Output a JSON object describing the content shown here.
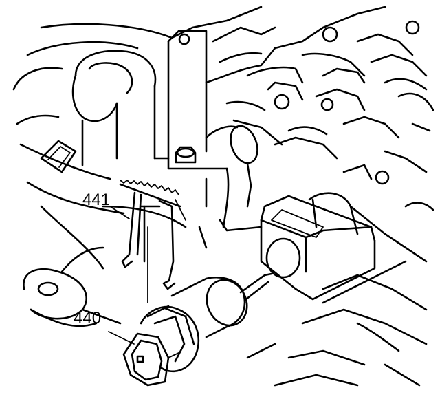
{
  "diagram": {
    "callouts": [
      {
        "id": "441",
        "label": "441"
      },
      {
        "id": "440",
        "label": "440"
      }
    ],
    "line_color": "#000000",
    "background": "#ffffff"
  }
}
